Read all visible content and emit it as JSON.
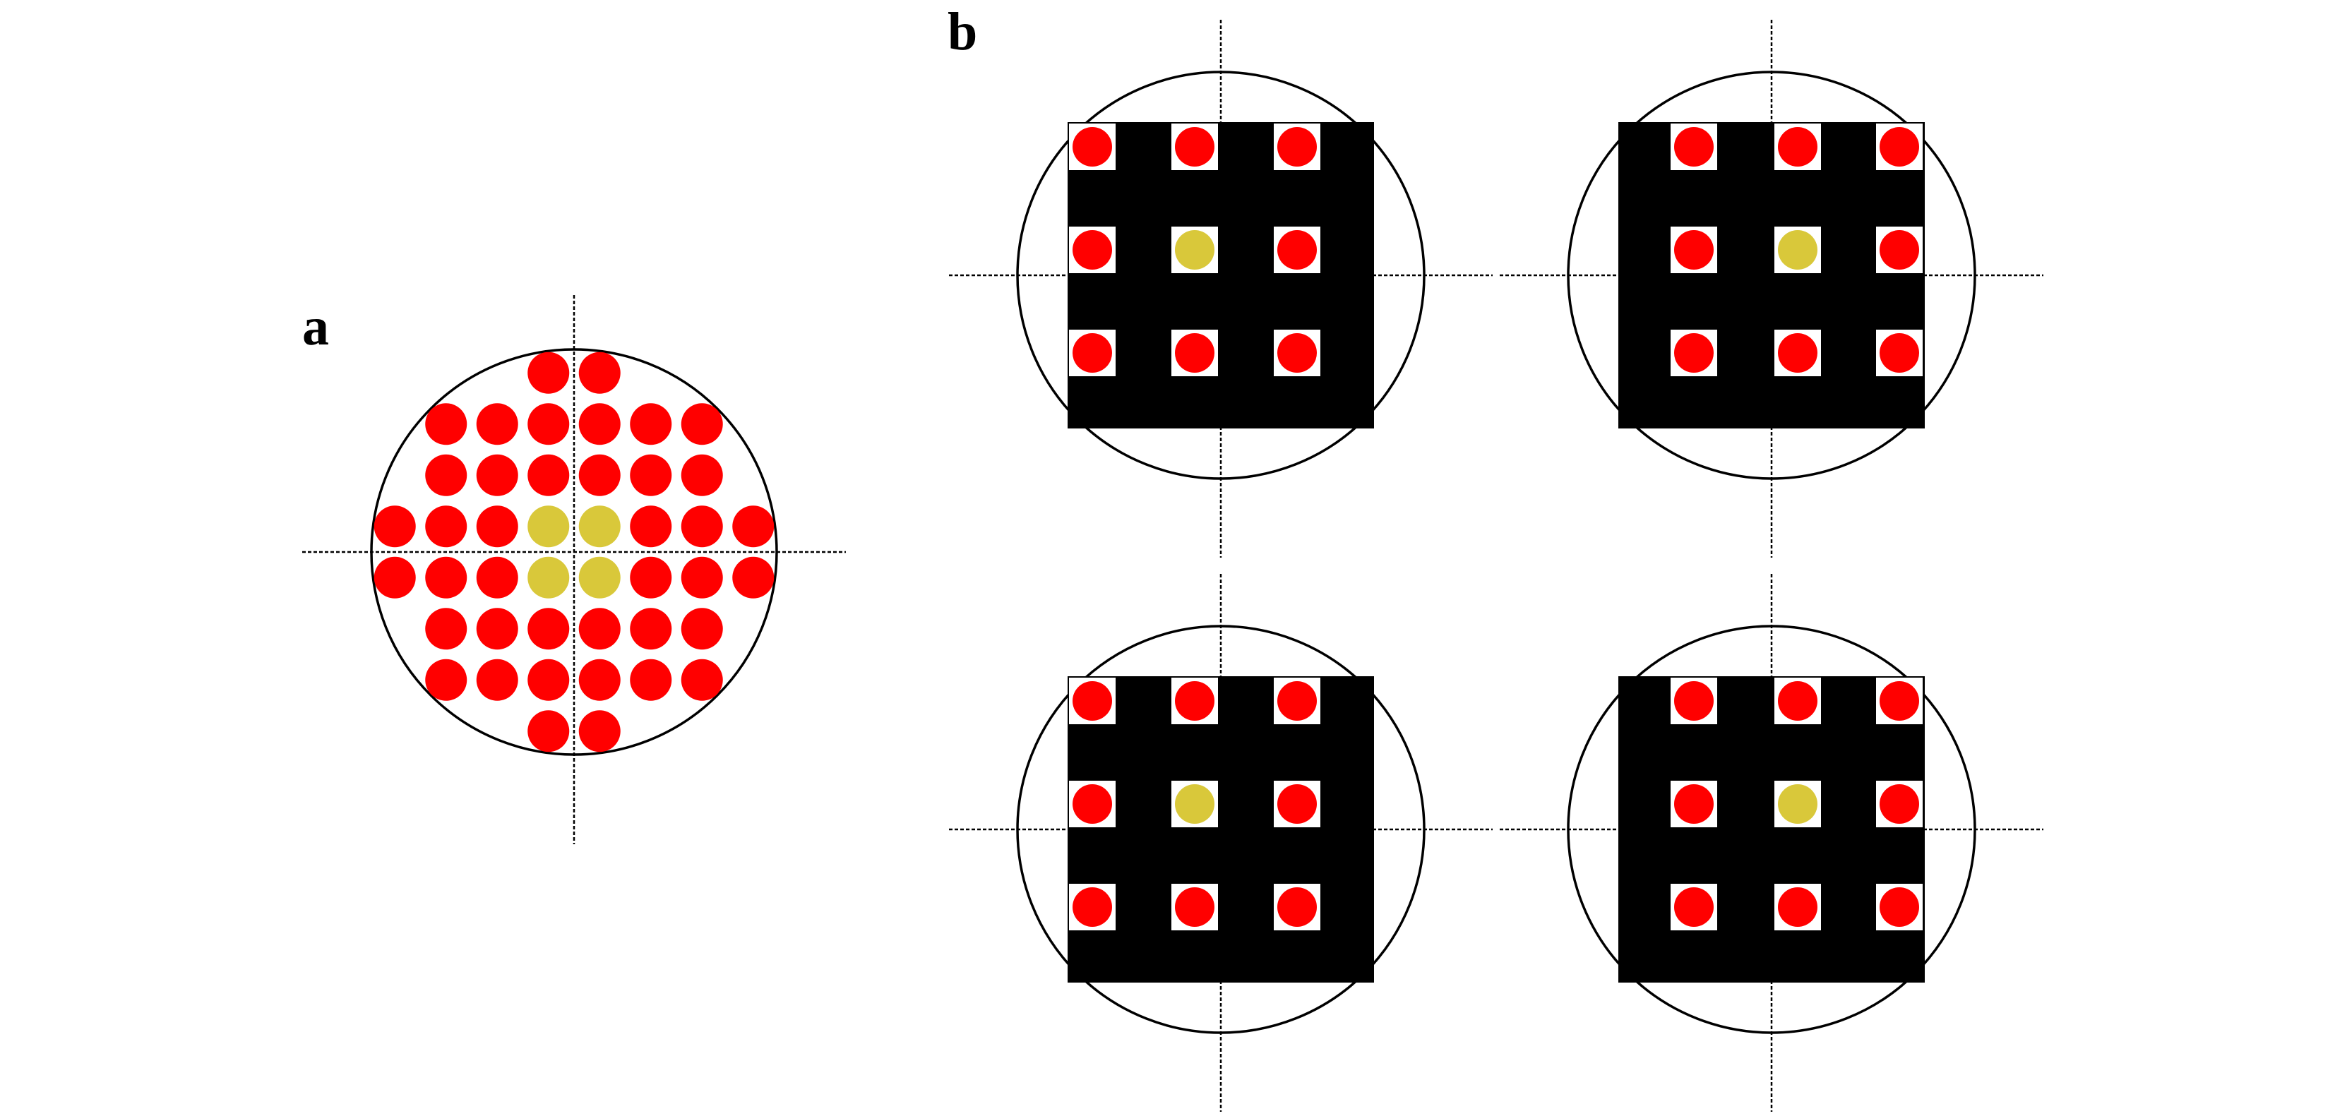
{
  "labels": {
    "panel_a": "a",
    "panel_b": "b"
  },
  "colors": {
    "red": "#ff0000",
    "yellow": "#d9c83a",
    "black": "#000000",
    "white": "#ffffff"
  },
  "panel_a": {
    "rows": [
      {
        "cols": [
          -1,
          1
        ],
        "yellow": []
      },
      {
        "cols": [
          -5,
          -3,
          -1,
          1,
          3,
          5
        ],
        "yellow": []
      },
      {
        "cols": [
          -5,
          -3,
          -1,
          1,
          3,
          5
        ],
        "yellow": []
      },
      {
        "cols": [
          -7,
          -5,
          -3,
          -1,
          1,
          3,
          5,
          7
        ],
        "yellow": [
          -1,
          1
        ]
      },
      {
        "cols": [
          -7,
          -5,
          -3,
          -1,
          1,
          3,
          5,
          7
        ],
        "yellow": [
          -1,
          1
        ]
      },
      {
        "cols": [
          -5,
          -3,
          -1,
          1,
          3,
          5
        ],
        "yellow": []
      },
      {
        "cols": [
          -5,
          -3,
          -1,
          1,
          3,
          5
        ],
        "yellow": []
      },
      {
        "cols": [
          -1,
          1
        ],
        "yellow": []
      }
    ]
  },
  "panel_b": {
    "units": [
      {
        "row": 0,
        "col": 0,
        "layout": "centered"
      },
      {
        "row": 0,
        "col": 1,
        "layout": "edge-aligned"
      },
      {
        "row": 1,
        "col": 0,
        "layout": "centered"
      },
      {
        "row": 1,
        "col": 1,
        "layout": "edge-aligned"
      }
    ],
    "grid": {
      "rows": 3,
      "cols": 3,
      "yellow_cell": [
        1,
        1
      ]
    }
  }
}
